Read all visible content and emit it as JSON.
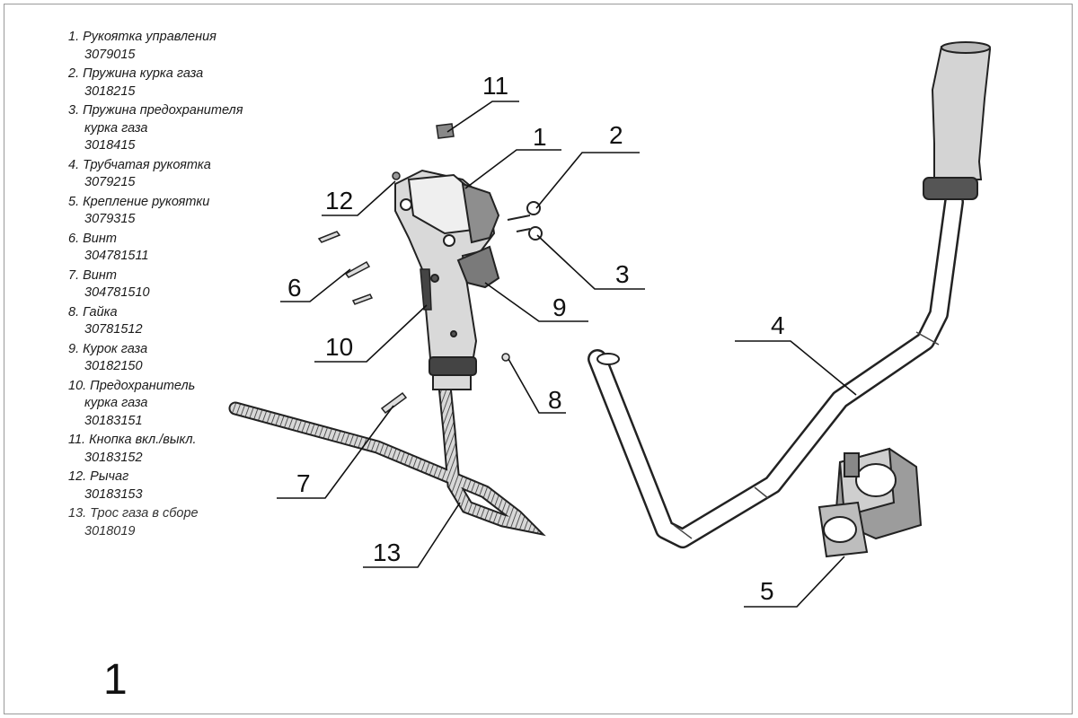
{
  "legend": [
    {
      "name": "1. Рукоятка управления",
      "code": "3079015"
    },
    {
      "name": "2. Пружина курка газа",
      "code": "3018215"
    },
    {
      "name": "3. Пружина предохранителя",
      "name2": "курка газа",
      "code": "3018415"
    },
    {
      "name": "4. Трубчатая рукоятка",
      "code": "3079215"
    },
    {
      "name": "5. Крепление рукоятки",
      "code": "3079315"
    },
    {
      "name": "6. Винт",
      "code": "304781511"
    },
    {
      "name": "7. Винт",
      "code": "304781510"
    },
    {
      "name": "8. Гайка",
      "code": "30781512"
    },
    {
      "name": "9. Курок газа",
      "code": "30182150"
    },
    {
      "name": "10. Предохранитель",
      "name2": "курка газа",
      "code": "30183151"
    },
    {
      "name": "11. Кнопка вкл./выкл.",
      "code": "30183152"
    },
    {
      "name": "12. Рычаг",
      "code": "30183153"
    },
    {
      "name": "13. Трос газа в сборе",
      "code": "3018019"
    }
  ],
  "callouts": {
    "c1": "1",
    "c2": "2",
    "c3": "3",
    "c4": "4",
    "c5": "5",
    "c6": "6",
    "c7": "7",
    "c8": "8",
    "c9": "9",
    "c10": "10",
    "c11": "11",
    "c12": "12",
    "c13": "13"
  },
  "figure_number": "1"
}
